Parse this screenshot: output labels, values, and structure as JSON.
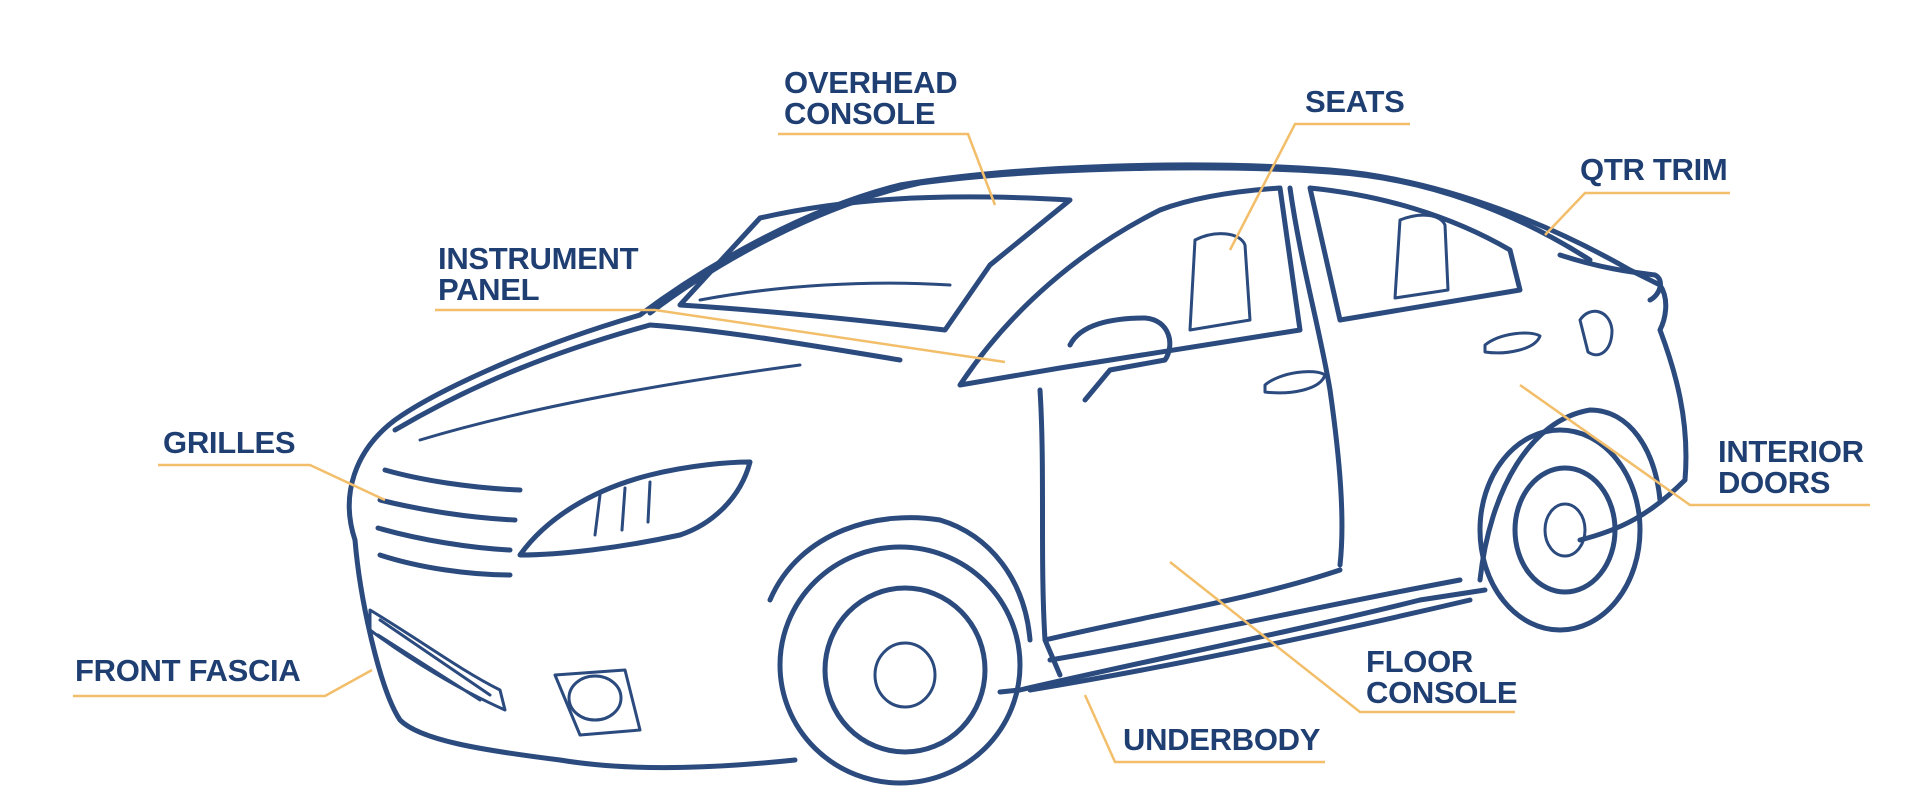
{
  "labels": {
    "overhead_console": "OVERHEAD\nCONSOLE",
    "seats": "SEATS",
    "qtr_trim": "QTR TRIM",
    "instrument_panel": "INSTRUMENT\nPANEL",
    "grilles": "GRILLES",
    "interior_doors": "INTERIOR\nDOORS",
    "front_fascia": "FRONT FASCIA",
    "floor_console": "FLOOR\nCONSOLE",
    "underbody": "UNDERBODY"
  },
  "colors": {
    "car_outline": "#2b4a7e",
    "label_text": "#1f3f73",
    "leader_line": "#f2be6a",
    "background": "#ffffff"
  }
}
